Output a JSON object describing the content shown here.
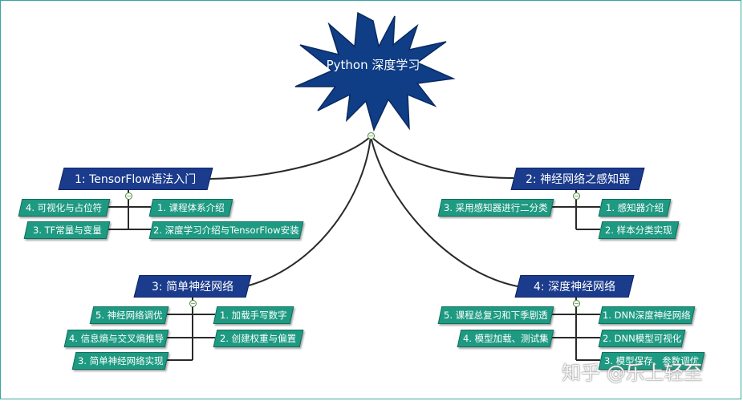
{
  "center": {
    "title": "Python 深度学习"
  },
  "branches": [
    {
      "label": "1:  TensorFlow语法入门",
      "right": [
        "1. 课程体系介绍",
        "2. 深度学习介绍与TensorFlow安装"
      ],
      "left": [
        "4. 可视化与占位符",
        "3. TF常量与变量"
      ]
    },
    {
      "label": "2:  神经网络之感知器",
      "right": [
        "1. 感知器介绍",
        "2. 样本分类实现"
      ],
      "left": [
        "3. 采用感知器进行二分类"
      ]
    },
    {
      "label": "3:  简单神经网络",
      "right": [
        "1. 加载手写数字",
        "2. 创建权重与偏置"
      ],
      "left": [
        "5. 神经网络调优",
        "4. 信息熵与交叉熵推导",
        "3. 简单神经网络实现"
      ]
    },
    {
      "label": "4:  深度神经网络",
      "right": [
        "1. DNN深度神经网络",
        "2. DNN模型可视化",
        "3. 模型保存、参数调优"
      ],
      "left": [
        "5. 课程总复习和下季剧透",
        "4. 模型加载、测试集"
      ]
    }
  ],
  "toggle_symbol": "−",
  "watermark": "知乎 @乐上轻至",
  "colors": {
    "branch": "#1b3b8c",
    "leaf": "#1f9a82",
    "center": "#0f3d86",
    "line": "#2a2a2a"
  }
}
